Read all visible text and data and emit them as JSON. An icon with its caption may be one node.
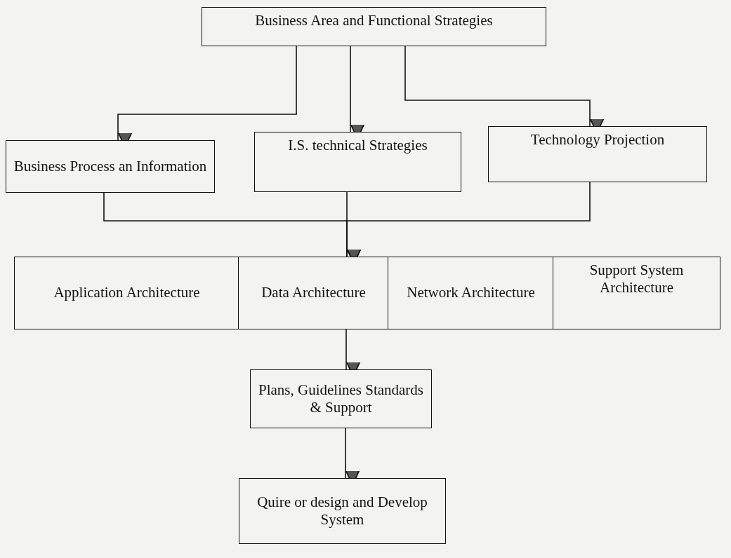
{
  "diagram": {
    "nodes": [
      {
        "text": [
          "Business Area and Functional Strategies"
        ]
      },
      {
        "text": [
          "Business Process an Information"
        ]
      },
      {
        "text": [
          "I.S. technical Strategies"
        ]
      },
      {
        "text": [
          "Technology Projection"
        ]
      },
      {
        "text": [
          "Application Architecture"
        ]
      },
      {
        "text": [
          "Data Architecture"
        ]
      },
      {
        "text": [
          "Network Architecture"
        ]
      },
      {
        "text": [
          "Support System Architecture"
        ]
      },
      {
        "text": [
          "Plans, Guidelines Standards & Support"
        ]
      },
      {
        "text": [
          "Quire or design and Develop System"
        ]
      }
    ],
    "edges": [
      {
        "from": 0,
        "to": 1,
        "arrow": "to"
      },
      {
        "from": 0,
        "to": 2,
        "arrow": "to"
      },
      {
        "from": 0,
        "to": 3,
        "arrow": "to"
      },
      {
        "from": 1,
        "to": 5,
        "arrow": "to"
      },
      {
        "from": 2,
        "to": 5,
        "arrow": "to"
      },
      {
        "from": 3,
        "to": 5,
        "arrow": "to"
      },
      {
        "from": 5,
        "to": 8,
        "arrow": "to"
      },
      {
        "from": 8,
        "to": 9,
        "arrow": "to"
      }
    ]
  }
}
